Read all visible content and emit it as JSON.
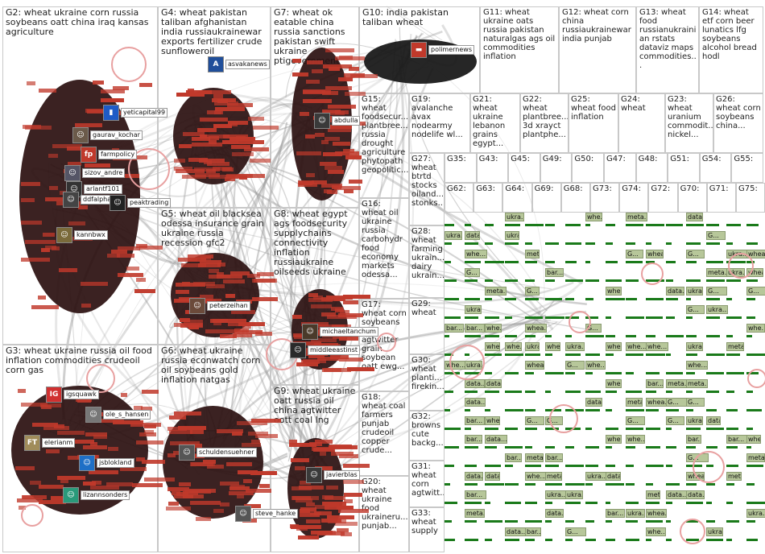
{
  "graph": {
    "groups": [
      {
        "id": "G2",
        "label": "G2: wheat ukraine corn russia soybeans oatt china iraq kansas agriculture"
      },
      {
        "id": "G4",
        "label": "G4: wheat pakistan taliban afghanistan india russiaukrainewar exports fertilizer crude sunfloweroil"
      },
      {
        "id": "G7",
        "label": "G7: wheat ok eatable china russia sanctions pakistan swift ukraine ptigovernment"
      },
      {
        "id": "G10",
        "label": "G10: india pakistan taliban wheat"
      },
      {
        "id": "G11",
        "label": "G11: wheat ukraine oats russia pakistan naturalgas ags oil commodities inflation"
      },
      {
        "id": "G12",
        "label": "G12: wheat corn china russiaukrainewar india punjab"
      },
      {
        "id": "G13",
        "label": "G13: wheat food russianukrainian rstats dataviz maps commodities..."
      },
      {
        "id": "G14",
        "label": "G14: wheat etf corn beer lunatics lfg soybeans alcohol bread hodl"
      },
      {
        "id": "G5",
        "label": "G5: wheat oil blacksea odessa insurance grain ukraine russia recession gfc2"
      },
      {
        "id": "G8",
        "label": "G8: wheat egypt ags foodsecurity supplychains connectivity inflation russiaukraine oilseeds ukraine"
      },
      {
        "id": "G3",
        "label": "G3: wheat ukraine russia oil food inflation commodities crudeoil corn gas"
      },
      {
        "id": "G6",
        "label": "G6: wheat ukraine russia econwatch corn oil soybeans gold inflation natgas"
      },
      {
        "id": "G9",
        "label": "G9: wheat ukraine oatt russia oil china agtwitter oott coal lng"
      }
    ],
    "small_groups": [
      {
        "label": "G15: wheat foodsecur... plantbree... russia drought agriculture phytopath geopolitic..."
      },
      {
        "label": "G19: avalanche avax nodearmy nodelife wl..."
      },
      {
        "label": "G21: wheat ukraine lebanon grains egypt..."
      },
      {
        "label": "G22: wheat plantbree... 3d xrayct plantphe..."
      },
      {
        "label": "G25: wheat food inflation"
      },
      {
        "label": "G24: wheat"
      },
      {
        "label": "G23: wheat uranium commodit... nickel..."
      },
      {
        "label": "G26: wheat corn soybeans china..."
      },
      {
        "label": "G16: wheat oil ukraine russia carbohydr food economy markets odessa..."
      },
      {
        "label": "G27: wheat btrtd stocks oiland... stonks..."
      },
      {
        "label": "G28: wheat farming ukrain... dairy ukrain..."
      },
      {
        "label": "G17: wheat corn soybeans ag agtwitter grain soybean oatt ewg..."
      },
      {
        "label": "G29: wheat"
      },
      {
        "label": "G30: wheat planti... firekin..."
      },
      {
        "label": "G18: wheat coal farmers punjab crudeoil copper crude..."
      },
      {
        "label": "G32: browns cute backg..."
      },
      {
        "label": "G31: wheat corn agtwitt..."
      },
      {
        "label": "G20: wheat ukraine food ukraineru... punjab..."
      },
      {
        "label": "G33: wheat supply"
      }
    ],
    "mini_labels": [
      "G35:",
      "G43:",
      "G45:",
      "G49:",
      "G50:",
      "G47:",
      "G48:",
      "G51:",
      "G54:",
      "G55:",
      "G62:",
      "G63:",
      "G64:",
      "G69:",
      "G68:",
      "G73:",
      "G74:",
      "G72:",
      "G70:",
      "G71:",
      "G75:"
    ],
    "tile_texts": [
      "whe...",
      "ukra...",
      "whea...",
      "bar...",
      "data...",
      "meta...",
      "G..."
    ],
    "nodes": [
      {
        "name": "yeticapital99",
        "color": "#1e5bc6",
        "glyph": "▮"
      },
      {
        "name": "gaurav_kochar",
        "color": "#6b5a4a",
        "glyph": "☺"
      },
      {
        "name": "farmpolicy",
        "color": "#c0392b",
        "glyph": "fp"
      },
      {
        "name": "sizov_andre",
        "color": "#556",
        "glyph": "☺"
      },
      {
        "name": "arlantf101",
        "color": "#333",
        "glyph": "☺"
      },
      {
        "name": "ddfalpha",
        "color": "#444",
        "glyph": "☺"
      },
      {
        "name": "peaktrading",
        "color": "#222",
        "glyph": "☺"
      },
      {
        "name": "kannbwx",
        "color": "#7a6a3a",
        "glyph": "☺"
      },
      {
        "name": "asvakanews",
        "color": "#1f4e9a",
        "glyph": "A"
      },
      {
        "name": "abdulla",
        "color": "#3a3a3a",
        "glyph": "☺"
      },
      {
        "name": "polimernews",
        "color": "#c0392b",
        "glyph": "▬"
      },
      {
        "name": "peterzeihan",
        "color": "#6b4a3a",
        "glyph": "☺"
      },
      {
        "name": "michaeltanchum",
        "color": "#4a3a2a",
        "glyph": "☺"
      },
      {
        "name": "middleeastinst",
        "color": "#2a2a2a",
        "glyph": "☺"
      },
      {
        "name": "igsquawk",
        "color": "#d03030",
        "glyph": "IG"
      },
      {
        "name": "ole_s_hansen",
        "color": "#777",
        "glyph": "☺"
      },
      {
        "name": "elerianm",
        "color": "#a08c5a",
        "glyph": "FT"
      },
      {
        "name": "jsblokland",
        "color": "#1e6fc6",
        "glyph": "☺"
      },
      {
        "name": "lizannsonders",
        "color": "#2a9a7a",
        "glyph": "☺"
      },
      {
        "name": "schuldensuehner",
        "color": "#555",
        "glyph": "☺"
      },
      {
        "name": "javierblas",
        "color": "#3a3a3a",
        "glyph": "☺"
      },
      {
        "name": "steve_hanke",
        "color": "#555",
        "glyph": "☺"
      }
    ],
    "colors": {
      "edge": "#9a9a9a",
      "node": "#c0392b",
      "cluster": "#2a0f0f",
      "tile": "#b7c79a",
      "bar": "#1a7a1a",
      "ring": "#e8a0a0"
    }
  }
}
